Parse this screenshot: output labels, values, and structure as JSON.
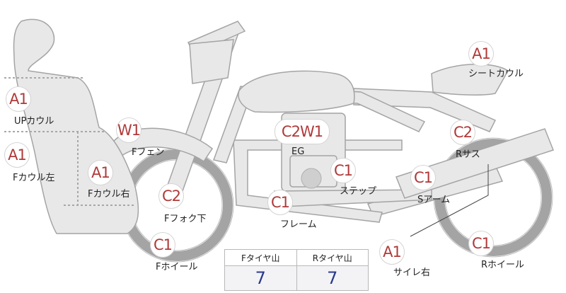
{
  "parts": [
    {
      "id": "up-cowl",
      "grade": "A1",
      "label": "UPカウル"
    },
    {
      "id": "f-cowl-left",
      "grade": "A1",
      "label": "Fカウル左"
    },
    {
      "id": "f-cowl-right",
      "grade": "A1",
      "label": "Fカウル右"
    },
    {
      "id": "f-fender",
      "grade": "W1",
      "label": "Fフェン"
    },
    {
      "id": "f-fork-lower",
      "grade": "C2",
      "label": "Fフォク下"
    },
    {
      "id": "f-wheel",
      "grade": "C1",
      "label": "Fホイール"
    },
    {
      "id": "engine",
      "grade": "C2W1",
      "label": "EG"
    },
    {
      "id": "step",
      "grade": "C1",
      "label": "ステップ"
    },
    {
      "id": "frame",
      "grade": "C1",
      "label": "フレーム"
    },
    {
      "id": "seat-cowl",
      "grade": "A1",
      "label": "シートカウル"
    },
    {
      "id": "r-suspension",
      "grade": "C2",
      "label": "Rサス"
    },
    {
      "id": "swingarm",
      "grade": "C1",
      "label": "Sアーム"
    },
    {
      "id": "muffler-right",
      "grade": "A1",
      "label": "サイレ右"
    },
    {
      "id": "r-wheel",
      "grade": "C1",
      "label": "Rホイール"
    }
  ],
  "tread": {
    "front_header": "Fタイヤ山",
    "rear_header": "Rタイヤ山",
    "front_value": "7",
    "rear_value": "7"
  }
}
